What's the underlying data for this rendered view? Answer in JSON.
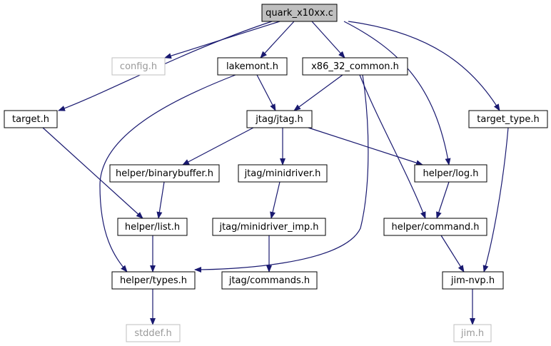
{
  "graph": {
    "colors": {
      "edge": "#191970",
      "node_border": "#000000",
      "node_border_muted": "#bfbfbf",
      "root_fill": "#bfbfbf",
      "node_fill": "#ffffff",
      "text": "#000000",
      "text_muted": "#999999"
    },
    "nodes": {
      "quark": {
        "label": "quark_x10xx.c",
        "kind": "root"
      },
      "config": {
        "label": "config.h",
        "kind": "muted"
      },
      "lakemont": {
        "label": "lakemont.h",
        "kind": "normal"
      },
      "x86common": {
        "label": "x86_32_common.h",
        "kind": "normal"
      },
      "target": {
        "label": "target.h",
        "kind": "normal"
      },
      "jtag": {
        "label": "jtag/jtag.h",
        "kind": "normal"
      },
      "targettype": {
        "label": "target_type.h",
        "kind": "normal"
      },
      "binbuf": {
        "label": "helper/binarybuffer.h",
        "kind": "normal"
      },
      "minidriver": {
        "label": "jtag/minidriver.h",
        "kind": "normal"
      },
      "log": {
        "label": "helper/log.h",
        "kind": "normal"
      },
      "list": {
        "label": "helper/list.h",
        "kind": "normal"
      },
      "minidriverimp": {
        "label": "jtag/minidriver_imp.h",
        "kind": "normal"
      },
      "command": {
        "label": "helper/command.h",
        "kind": "normal"
      },
      "types": {
        "label": "helper/types.h",
        "kind": "normal"
      },
      "commands": {
        "label": "jtag/commands.h",
        "kind": "normal"
      },
      "jimnvp": {
        "label": "jim-nvp.h",
        "kind": "normal"
      },
      "stddef": {
        "label": "stddef.h",
        "kind": "muted"
      },
      "jim": {
        "label": "jim.h",
        "kind": "muted"
      }
    },
    "edges": [
      [
        "quark",
        "config"
      ],
      [
        "quark",
        "lakemont"
      ],
      [
        "quark",
        "x86common"
      ],
      [
        "quark",
        "target"
      ],
      [
        "quark",
        "log"
      ],
      [
        "quark",
        "targettype"
      ],
      [
        "lakemont",
        "jtag"
      ],
      [
        "lakemont",
        "types"
      ],
      [
        "x86common",
        "jtag"
      ],
      [
        "x86common",
        "command"
      ],
      [
        "x86common",
        "types"
      ],
      [
        "target",
        "list"
      ],
      [
        "jtag",
        "binbuf"
      ],
      [
        "jtag",
        "minidriver"
      ],
      [
        "jtag",
        "log"
      ],
      [
        "targettype",
        "jimnvp"
      ],
      [
        "binbuf",
        "list"
      ],
      [
        "minidriver",
        "minidriverimp"
      ],
      [
        "log",
        "command"
      ],
      [
        "list",
        "types"
      ],
      [
        "minidriverimp",
        "commands"
      ],
      [
        "command",
        "jimnvp"
      ],
      [
        "types",
        "stddef"
      ],
      [
        "jimnvp",
        "jim"
      ]
    ]
  }
}
